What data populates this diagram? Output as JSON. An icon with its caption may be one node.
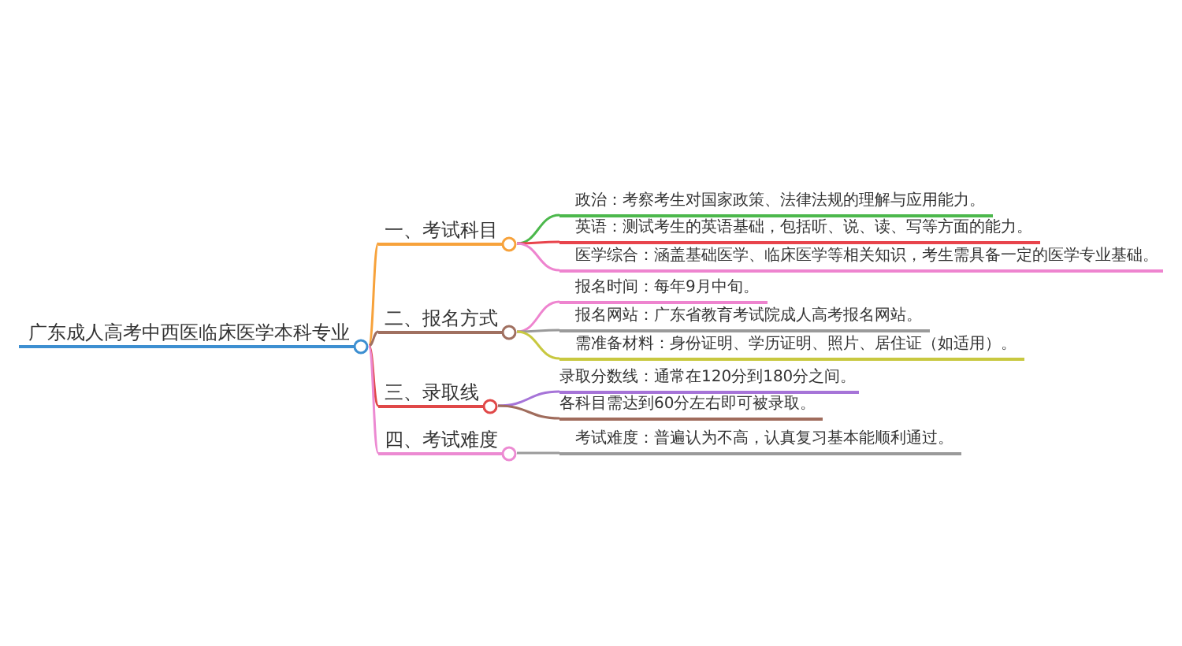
{
  "diagram": {
    "nodes": [
      {
        "text": [
          "广东成人高考中西医临床医学本科专业"
        ]
      },
      {
        "text": [
          "一、考试科目"
        ]
      },
      {
        "text": [
          "二、报名方式"
        ]
      },
      {
        "text": [
          "三、录取线"
        ]
      },
      {
        "text": [
          "四、考试难度"
        ]
      },
      {
        "text": [
          "政治：考察考生对国家政策、法律法规的理解与应用能力。"
        ]
      },
      {
        "text": [
          "英语：测试考生的英语基础，包括听、说、读、写等方面的能力。"
        ]
      },
      {
        "text": [
          "医学综合：涵盖基础医学、临床医学等相关知识，考生需具备一定的医学专业基础。"
        ]
      },
      {
        "text": [
          "报名时间：每年9月中旬。"
        ]
      },
      {
        "text": [
          "报名网站：广东省教育考试院成人高考报名网站。"
        ]
      },
      {
        "text": [
          "需准备材料：身份证明、学历证明、照片、居住证（如适用）。"
        ]
      },
      {
        "text": [
          "录取分数线：通常在120分到180分之间。"
        ]
      },
      {
        "text": [
          "各科目需达到60分左右即可被录取。"
        ]
      },
      {
        "text": [
          "考试难度：普遍认为不高，认真复习基本能顺利通过。"
        ]
      }
    ],
    "edges": [
      {
        "from": 0,
        "to": 1,
        "arrow": "none",
        "color": "#f7a23b"
      },
      {
        "from": 0,
        "to": 2,
        "arrow": "none",
        "color": "#a07060"
      },
      {
        "from": 0,
        "to": 3,
        "arrow": "none",
        "color": "#e04848"
      },
      {
        "from": 0,
        "to": 4,
        "arrow": "none",
        "color": "#ec8ad2"
      },
      {
        "from": 1,
        "to": 5,
        "arrow": "none",
        "color": "#4cb84c"
      },
      {
        "from": 1,
        "to": 6,
        "arrow": "none",
        "color": "#e8444c"
      },
      {
        "from": 1,
        "to": 7,
        "arrow": "none",
        "color": "#ee84cf"
      },
      {
        "from": 2,
        "to": 8,
        "arrow": "none",
        "color": "#ee84cf"
      },
      {
        "from": 2,
        "to": 9,
        "arrow": "none",
        "color": "#9a9a9a"
      },
      {
        "from": 2,
        "to": 10,
        "arrow": "none",
        "color": "#c8c840"
      },
      {
        "from": 3,
        "to": 11,
        "arrow": "none",
        "color": "#a674d8"
      },
      {
        "from": 3,
        "to": 12,
        "arrow": "none",
        "color": "#a06c5c"
      },
      {
        "from": 4,
        "to": 13,
        "arrow": "none",
        "color": "#9a9a9a"
      }
    ]
  }
}
